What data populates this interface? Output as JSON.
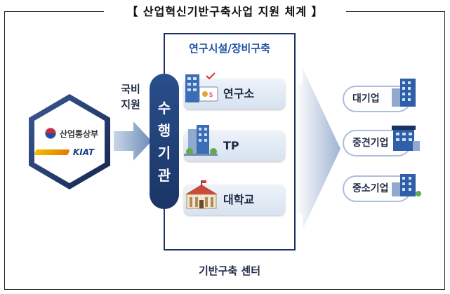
{
  "title": "【 산업혁신기반구축사업  지원  체계 】",
  "ministry": {
    "org1": "산업통상부",
    "org2": "KIAT",
    "icons": [
      "taegeuk-icon",
      "kiat-swoosh-icon"
    ]
  },
  "funding_label": [
    "국비",
    "지원"
  ],
  "center": {
    "header": "연구시설/장비구축",
    "executor_chars": [
      "수",
      "행",
      "기",
      "관"
    ],
    "institutions": [
      {
        "label": "연구소",
        "icon": "lab-building-icon"
      },
      {
        "label": "TP",
        "icon": "office-building-icon"
      },
      {
        "label": "대학교",
        "icon": "university-icon"
      }
    ],
    "footer": "기반구축 센터"
  },
  "companies": [
    {
      "label": "대기업",
      "icon": "large-company-icon"
    },
    {
      "label": "중견기업",
      "icon": "mid-company-icon"
    },
    {
      "label": "중소기업",
      "icon": "small-company-icon"
    }
  ],
  "colors": {
    "navy": "#1c3262",
    "accent_blue": "#1a4fa3",
    "hex_border": "#1c3262",
    "arrow": "#8aa4c6"
  }
}
